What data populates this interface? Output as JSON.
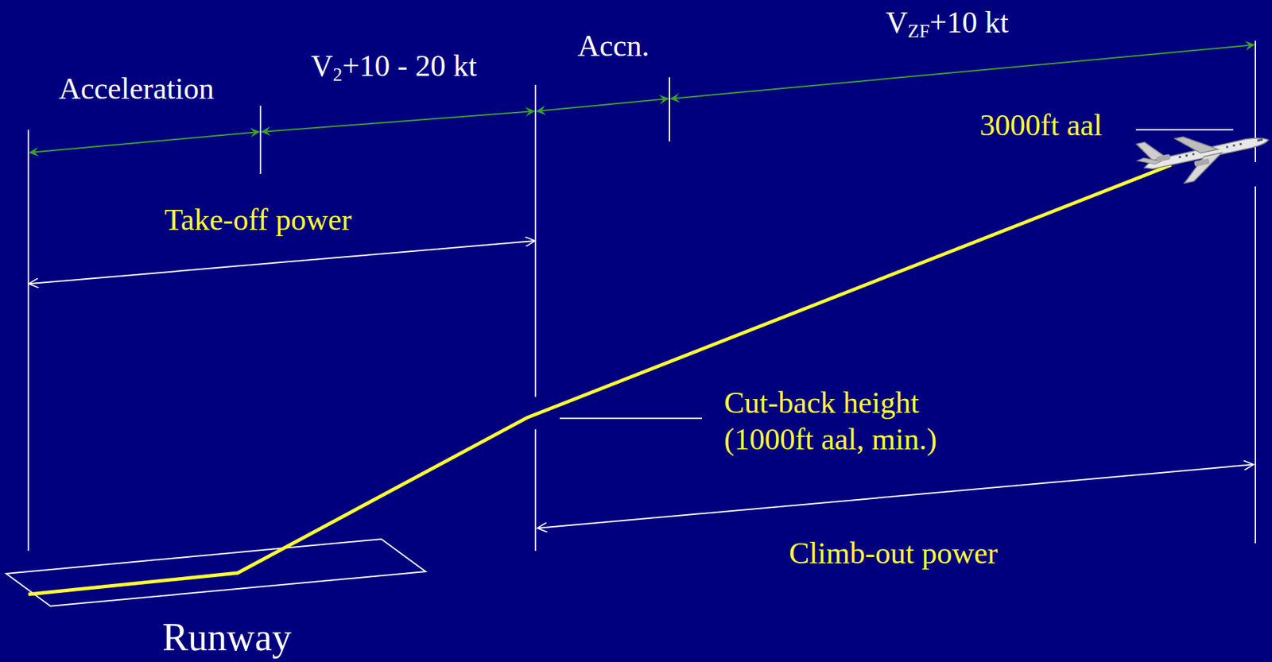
{
  "diagram": {
    "labels": [
      "Acceleration",
      "V2+10 - 20 kt",
      "Accn.",
      "VZF+10 kt",
      "3000ft aal",
      "Take-off power",
      "Cut-back height (1000ft aal, min.)",
      "Climb-out power",
      "Runway"
    ]
  }
}
